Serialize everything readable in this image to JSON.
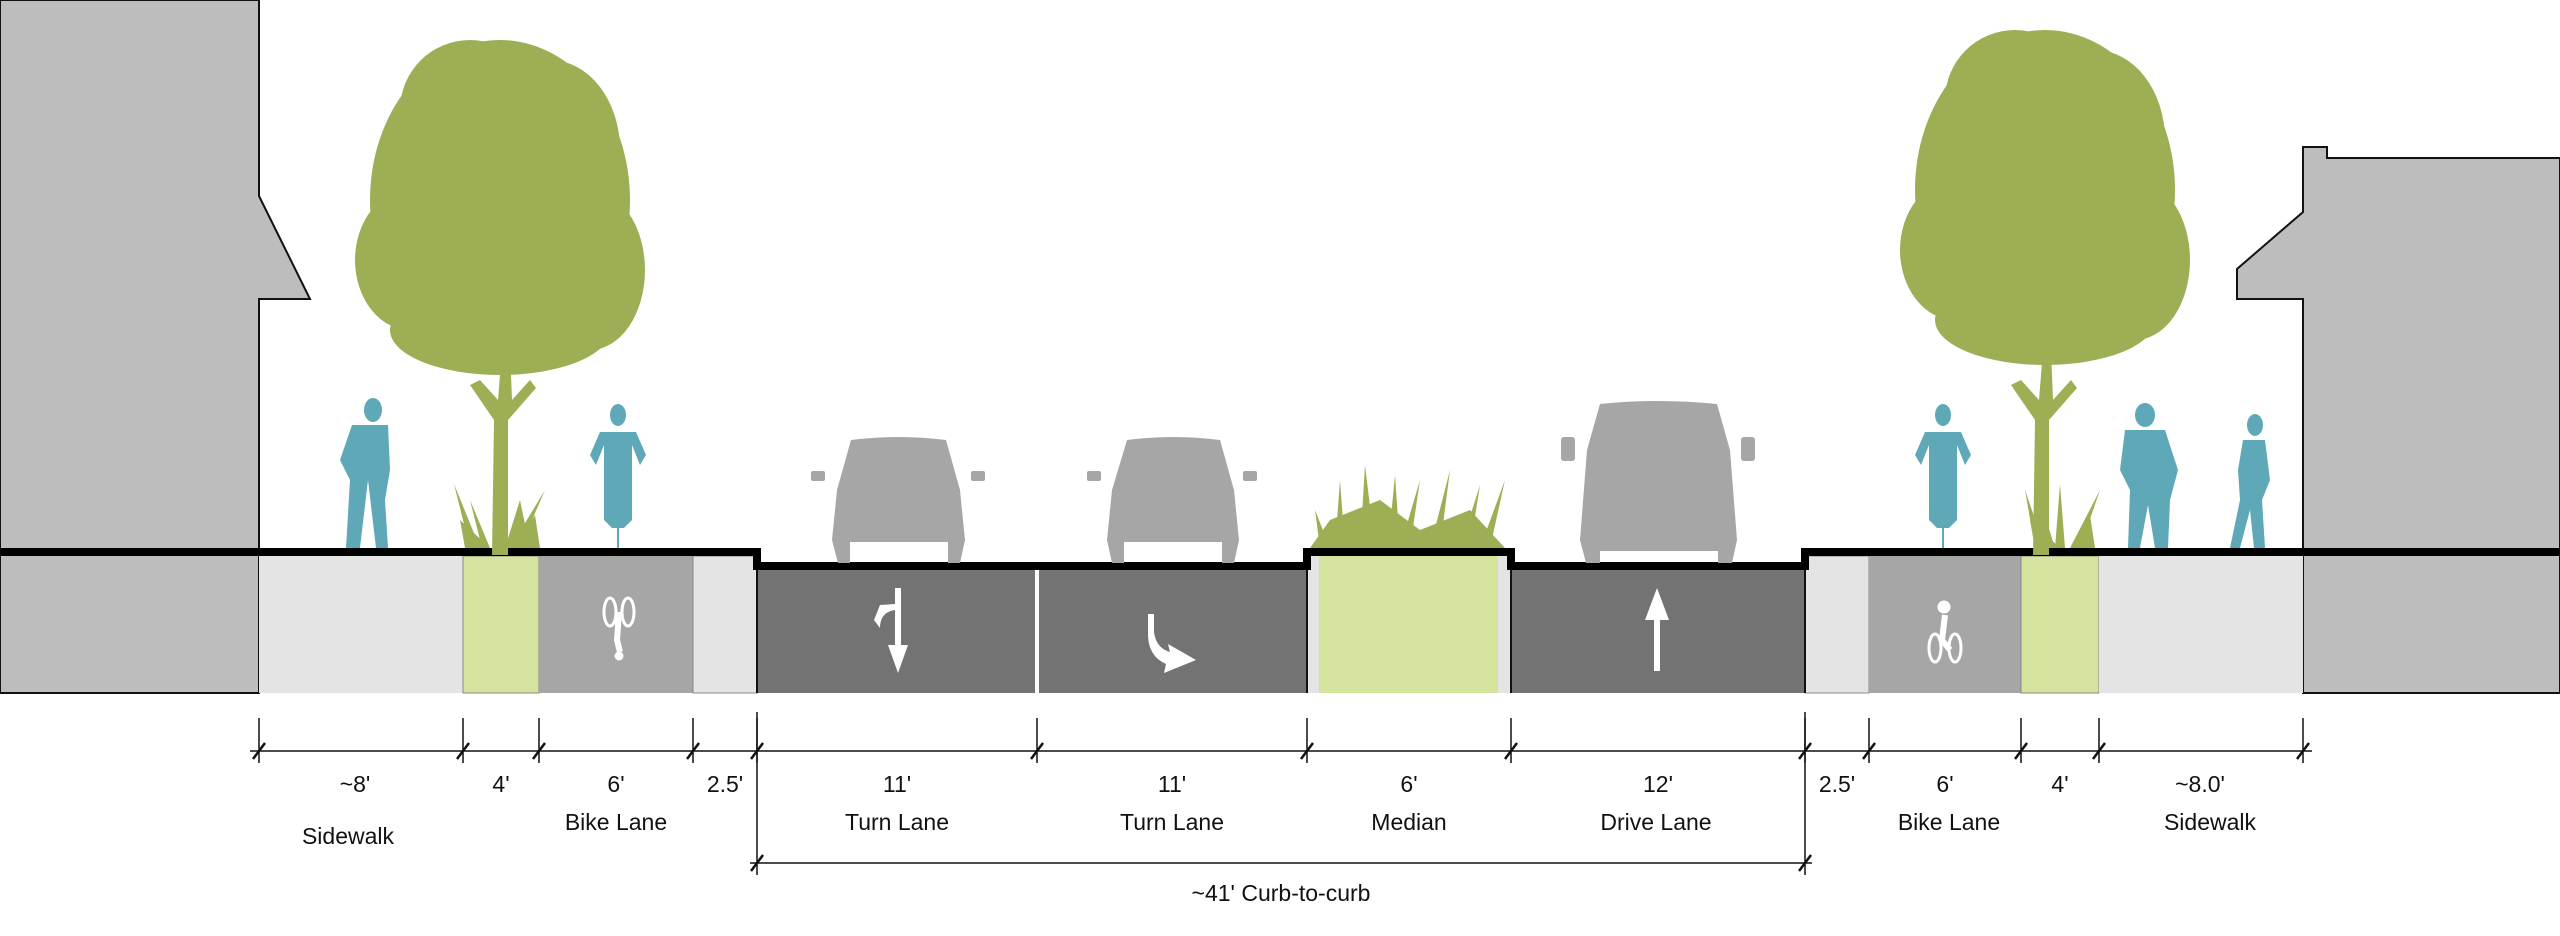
{
  "colors": {
    "building": "#bdbdbd",
    "sidewalk": "#e4e4e4",
    "planting": "#d4e39e",
    "bike_lane": "#a6a6a6",
    "travel_lane": "#737373",
    "tree": "#9caf55",
    "people": "#5fa8b8",
    "car": "#a6a6a6"
  },
  "segments": [
    {
      "width": "~8'",
      "label": "Sidewalk"
    },
    {
      "width": "4'",
      "label": ""
    },
    {
      "width": "6'",
      "label": "Bike Lane"
    },
    {
      "width": "2.5'",
      "label": ""
    },
    {
      "width": "11'",
      "label": "Turn Lane"
    },
    {
      "width": "11'",
      "label": "Turn Lane"
    },
    {
      "width": "6'",
      "label": "Median"
    },
    {
      "width": "12'",
      "label": "Drive Lane"
    },
    {
      "width": "2.5'",
      "label": ""
    },
    {
      "width": "6'",
      "label": "Bike Lane"
    },
    {
      "width": "4'",
      "label": ""
    },
    {
      "width": "~8.0'",
      "label": "Sidewalk"
    }
  ],
  "curb_to_curb": "~41' Curb-to-curb"
}
